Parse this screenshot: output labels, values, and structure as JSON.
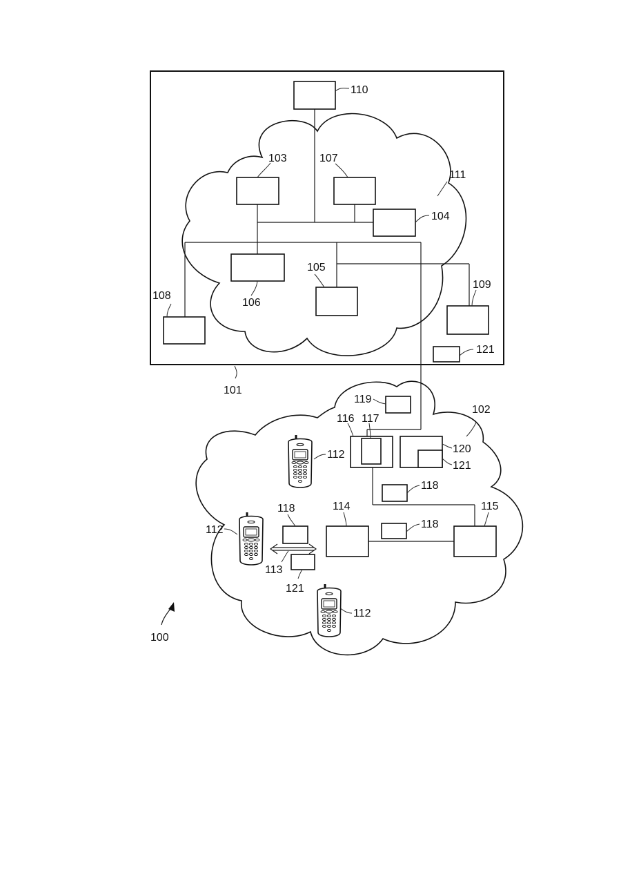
{
  "labels": {
    "diagram": "100",
    "core_network": "101",
    "access_network": "102",
    "node_103": "103",
    "node_104": "104",
    "node_105": "105",
    "node_106": "106",
    "node_107": "107",
    "node_108": "108",
    "node_109": "109",
    "node_110": "110",
    "cloud_111": "111",
    "phone_top": "112",
    "phone_left": "112",
    "phone_bottom": "112",
    "arrow_113": "113",
    "node_114": "114",
    "node_115": "115",
    "node_116": "116",
    "node_117": "117",
    "node_118_mid": "118",
    "node_118_left": "118",
    "node_118_right": "118",
    "node_119": "119",
    "node_120": "120",
    "node_121_core": "121",
    "node_121_inner": "121",
    "node_121_left": "121"
  },
  "icons": {
    "mobile_phone": "mobile-phone-icon",
    "reference_arrow": "reference-arrow-icon"
  }
}
